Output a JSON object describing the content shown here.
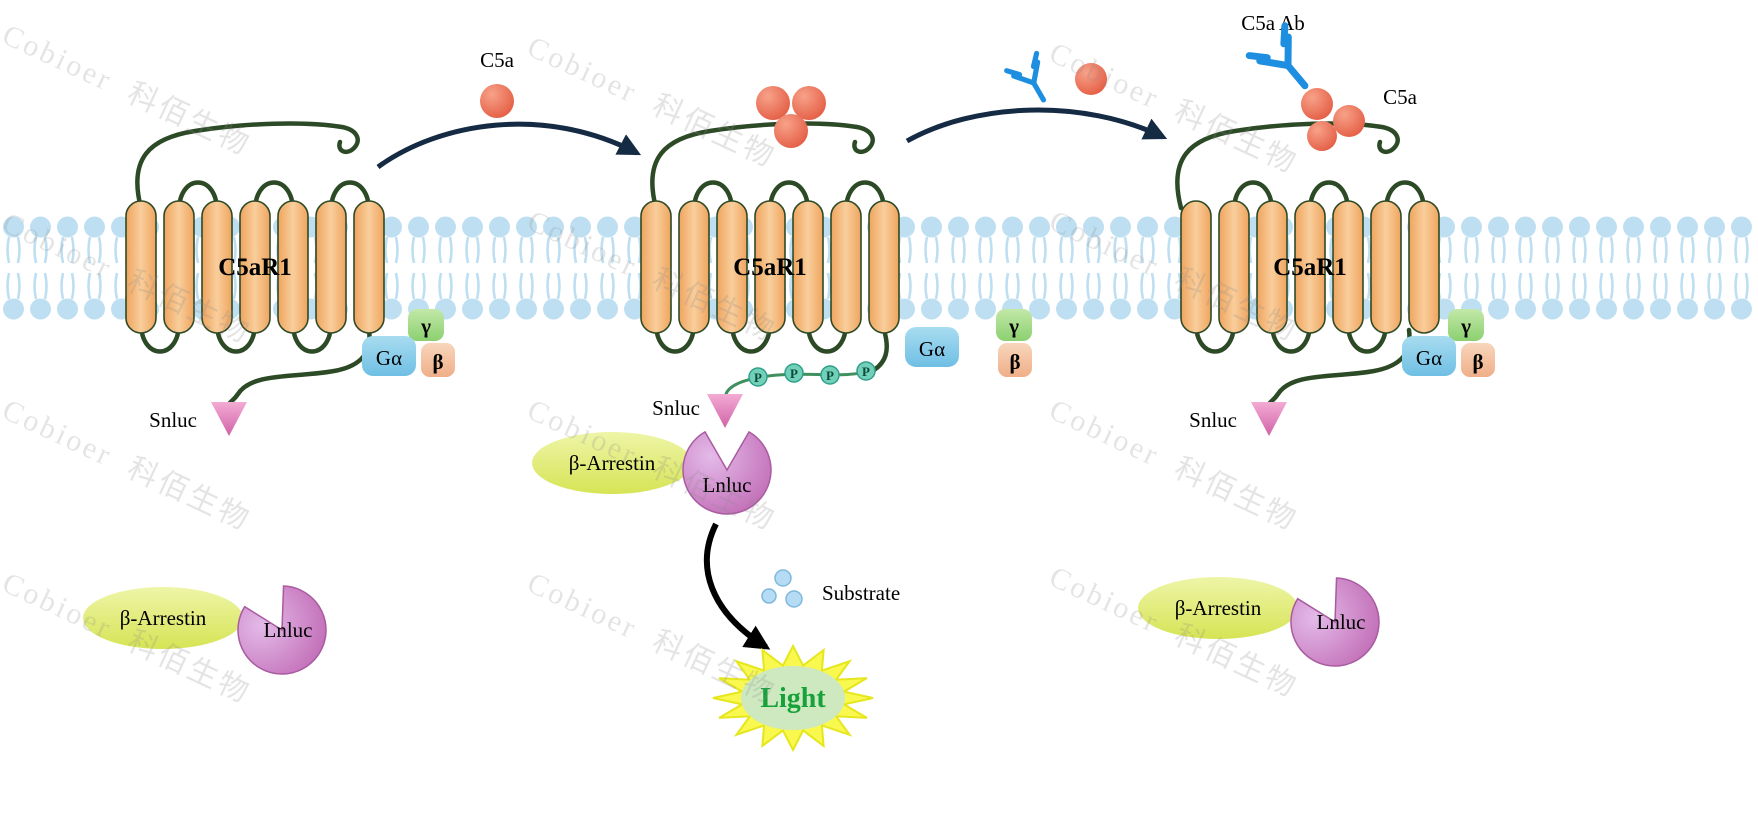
{
  "watermark": {
    "text": "Cobioer 科佰生物"
  },
  "panels": {
    "receptor_label": "C5aR1",
    "g_alpha": "Gα",
    "gamma": "γ",
    "beta": "β",
    "snluc": "Snluc",
    "beta_arrestin": "β-Arrestin",
    "lnluc": "Lnluc",
    "phospho": "P"
  },
  "ligands": {
    "c5a": "C5a",
    "c5a_antibody": "C5a Ab"
  },
  "reaction": {
    "substrate": "Substrate",
    "light": "Light"
  },
  "colors": {
    "helix_orange": "#F3B478",
    "loop_dark_green": "#2D4A26",
    "membrane_blue": "#BEDFF2",
    "c5a_red": "#E2573C",
    "antibody_blue": "#1E8FE0",
    "g_alpha_blue": "#8CCEEB",
    "gamma_green": "#A5DB8D",
    "beta_peach": "#F3C59F",
    "snluc_pink": "#DD7AB8",
    "lnluc_purple": "#C671BC",
    "arrestin_yellow_green": "#E2ED7C",
    "phospho_teal": "#72CFB8",
    "arrow_navy": "#152A43",
    "burst_yellow": "#F8F84F",
    "light_green": "#17A13B"
  }
}
